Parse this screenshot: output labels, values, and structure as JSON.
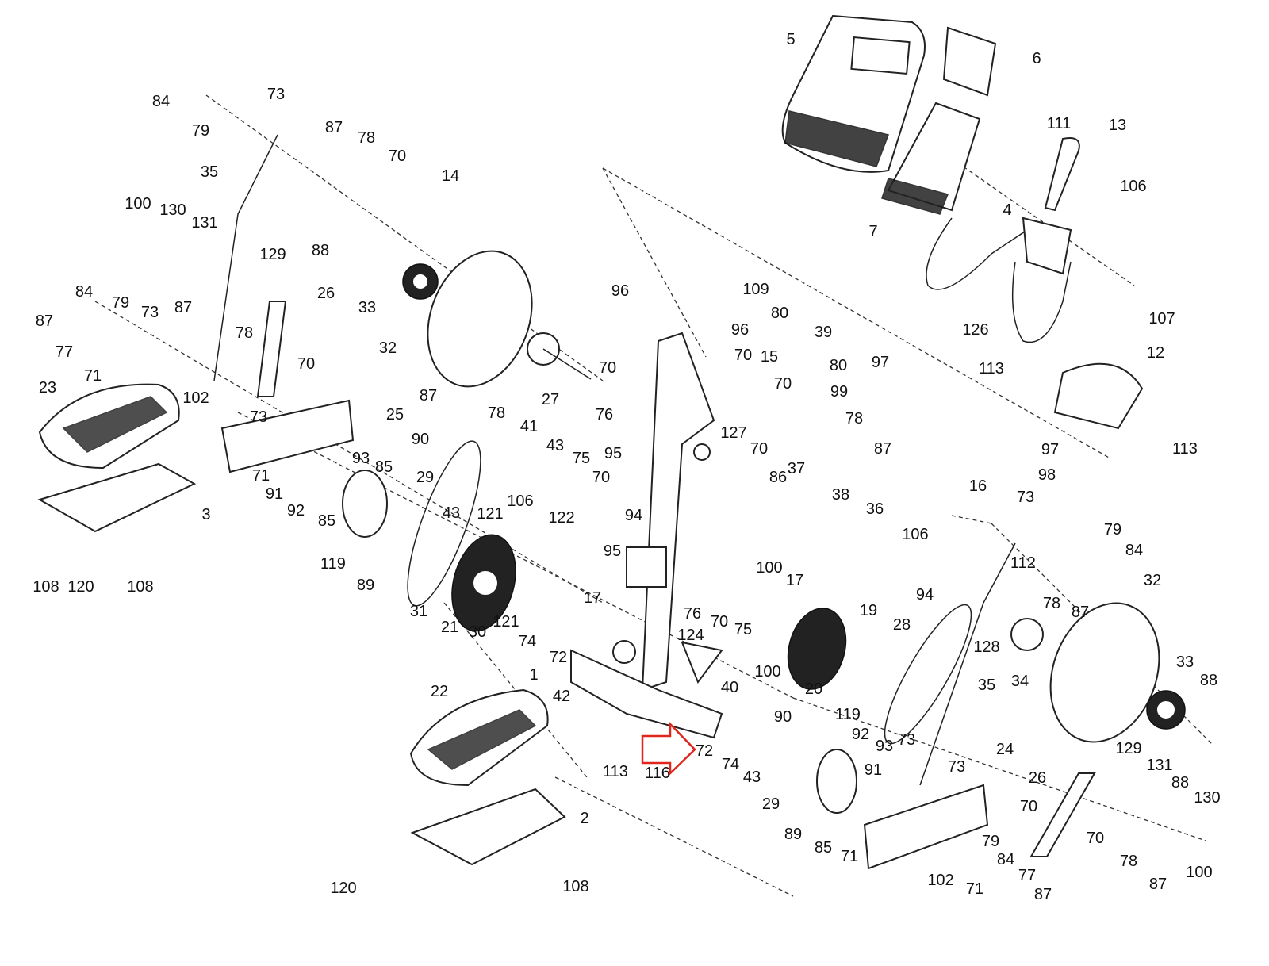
{
  "diagram": {
    "type": "exploded-parts-diagram",
    "highlight_color": "#e0261c",
    "highlighted_part": "116",
    "part_labels": [
      "84",
      "79",
      "73",
      "87",
      "78",
      "70",
      "14",
      "35",
      "100",
      "130",
      "131",
      "129",
      "88",
      "26",
      "33",
      "32",
      "84",
      "79",
      "73",
      "87",
      "87",
      "77",
      "78",
      "70",
      "71",
      "23",
      "102",
      "73",
      "25",
      "87",
      "78",
      "41",
      "43",
      "75",
      "90",
      "93",
      "85",
      "29",
      "71",
      "91",
      "92",
      "85",
      "3",
      "119",
      "89",
      "43",
      "121",
      "106",
      "70",
      "122",
      "94",
      "95",
      "17",
      "31",
      "21",
      "30",
      "121",
      "74",
      "72",
      "108",
      "120",
      "108",
      "1",
      "22",
      "42",
      "113",
      "116",
      "72",
      "74",
      "43",
      "29",
      "89",
      "85",
      "71",
      "90",
      "119",
      "92",
      "93",
      "73",
      "91",
      "2",
      "120",
      "108",
      "96",
      "109",
      "96",
      "70",
      "15",
      "80",
      "39",
      "80",
      "97",
      "99",
      "70",
      "27",
      "76",
      "95",
      "70",
      "78",
      "87",
      "127",
      "70",
      "86",
      "37",
      "38",
      "36",
      "106",
      "16",
      "97",
      "98",
      "126",
      "113",
      "12",
      "113",
      "107",
      "4",
      "7",
      "5",
      "6",
      "111",
      "13",
      "106",
      "100",
      "17",
      "94",
      "76",
      "70",
      "75",
      "124",
      "40",
      "100",
      "20",
      "19",
      "28",
      "35",
      "34",
      "128",
      "78",
      "87",
      "112",
      "73",
      "79",
      "84",
      "32",
      "33",
      "88",
      "88",
      "129",
      "131",
      "130",
      "100",
      "24",
      "73",
      "26",
      "70",
      "70",
      "78",
      "87",
      "79",
      "84",
      "77",
      "87",
      "71",
      "102"
    ]
  }
}
